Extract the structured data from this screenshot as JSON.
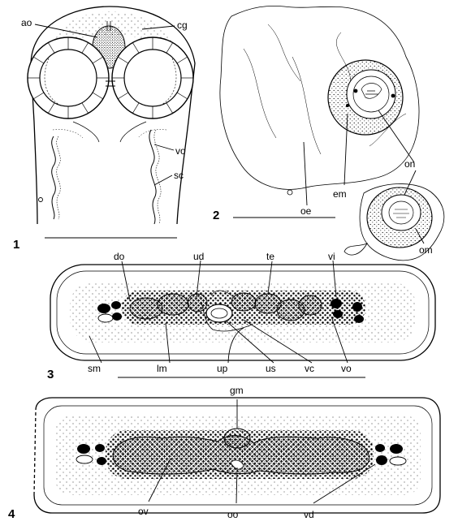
{
  "figures": {
    "fig1": {
      "number": "1",
      "labels": {
        "ao": "ao",
        "cg": "cg",
        "vo": "vo",
        "sc": "sc"
      }
    },
    "fig2": {
      "number": "2",
      "labels": {
        "oe": "oe",
        "em": "em",
        "on": "on",
        "om": "om"
      }
    },
    "fig3": {
      "number": "3",
      "labels": {
        "do": "do",
        "ud": "ud",
        "te": "te",
        "vi": "vi",
        "sm": "sm",
        "lm": "lm",
        "up": "up",
        "us": "us",
        "vc": "vc",
        "vo": "vo"
      }
    },
    "fig4": {
      "number": "4",
      "labels": {
        "gm": "gm",
        "ov": "ov",
        "oo": "oo",
        "vd": "vd"
      }
    }
  }
}
